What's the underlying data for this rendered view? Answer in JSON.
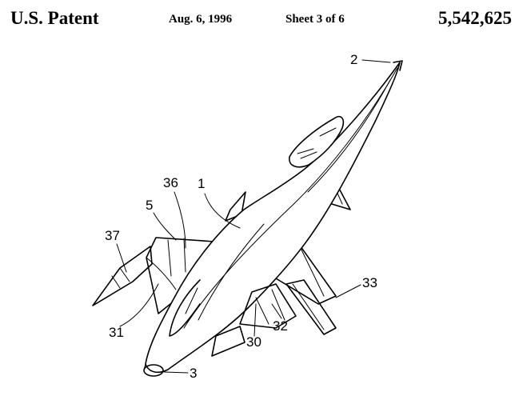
{
  "header": {
    "label": "U.S. Patent",
    "date": "Aug. 6, 1996",
    "sheet": "Sheet 3 of 6",
    "number": "5,542,625"
  },
  "drawing": {
    "reference_numerals": [
      "2",
      "36",
      "1",
      "5",
      "37",
      "33",
      "32",
      "30",
      "31",
      "3"
    ]
  }
}
